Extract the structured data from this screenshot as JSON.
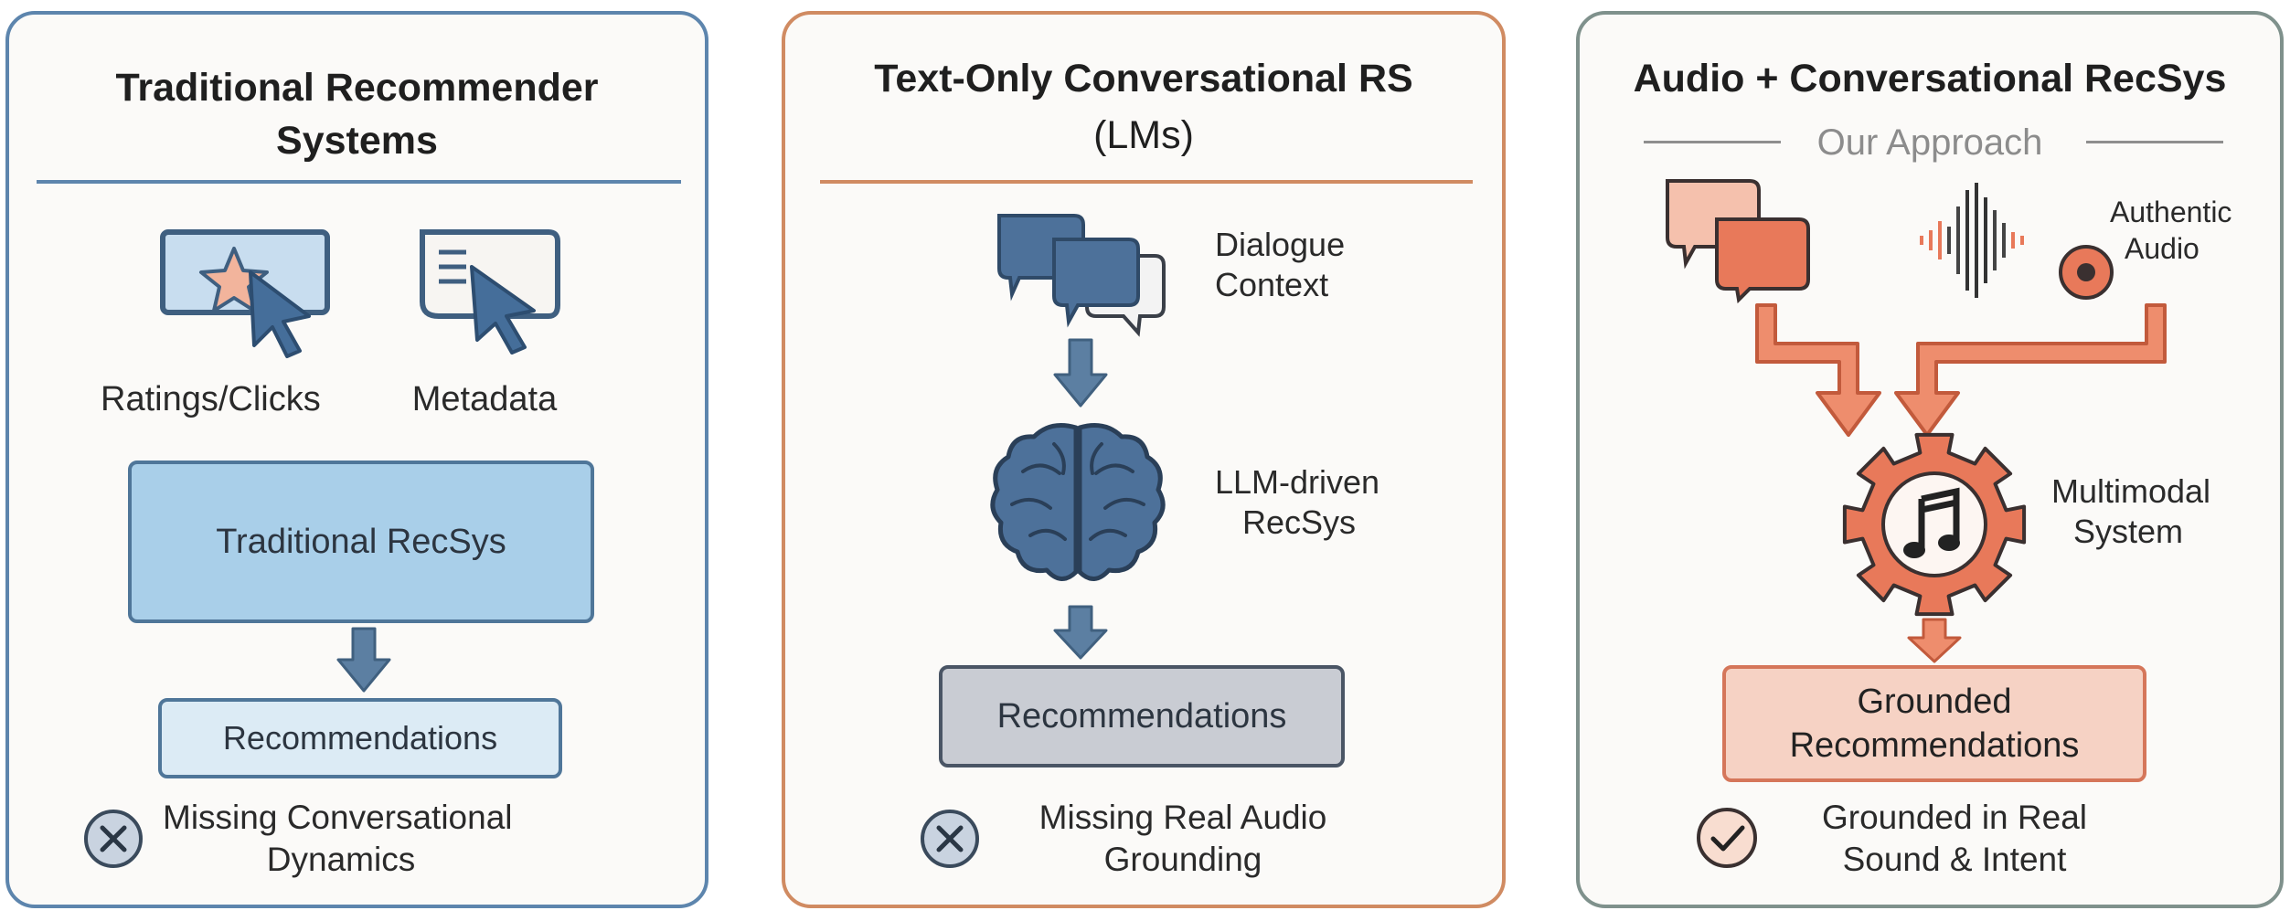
{
  "panels": [
    {
      "title_line1": "Traditional Recommender",
      "title_line2": "Systems",
      "icon_labels": [
        "Ratings/Clicks",
        "Metadata"
      ],
      "main_box": "Traditional RecSys",
      "output_box": "Recommendations",
      "status_line1": "Missing Conversational",
      "status_line2": "Dynamics",
      "colors": {
        "border": "#5d85ad",
        "main_fill": "#a9cfe9",
        "output_fill": "#dcebf5",
        "status_icon": "#c9d3e0"
      }
    },
    {
      "title_line1": "Text-Only Conversational RS",
      "subtitle": "(LMs)",
      "input_label_line1": "Dialogue",
      "input_label_line2": "Context",
      "brain_label_line1": "LLM-driven",
      "brain_label_line2": "RecSys",
      "output_box": "Recommendations",
      "status_line1": "Missing Real Audio",
      "status_line2": "Grounding",
      "colors": {
        "border": "#d08b62",
        "chat": "#4d719a",
        "output_fill": "#c9ccd3",
        "status_icon": "#c9d3e0"
      }
    },
    {
      "title_line1": "Audio + Conversational RecSys",
      "subtitle": "Our Approach",
      "audio_label_line1": "Authentic",
      "audio_label_line2": "Audio",
      "system_label_line1": "Multimodal",
      "system_label_line2": "System",
      "output_line1": "Grounded",
      "output_line2": "Recommendations",
      "status_line1": "Grounded in Real",
      "status_line2": "Sound & Intent",
      "colors": {
        "border": "#7f918c",
        "accent": "#e8795a",
        "output_fill": "#f6d2c4",
        "status_icon": "#f8ddd0"
      }
    }
  ]
}
